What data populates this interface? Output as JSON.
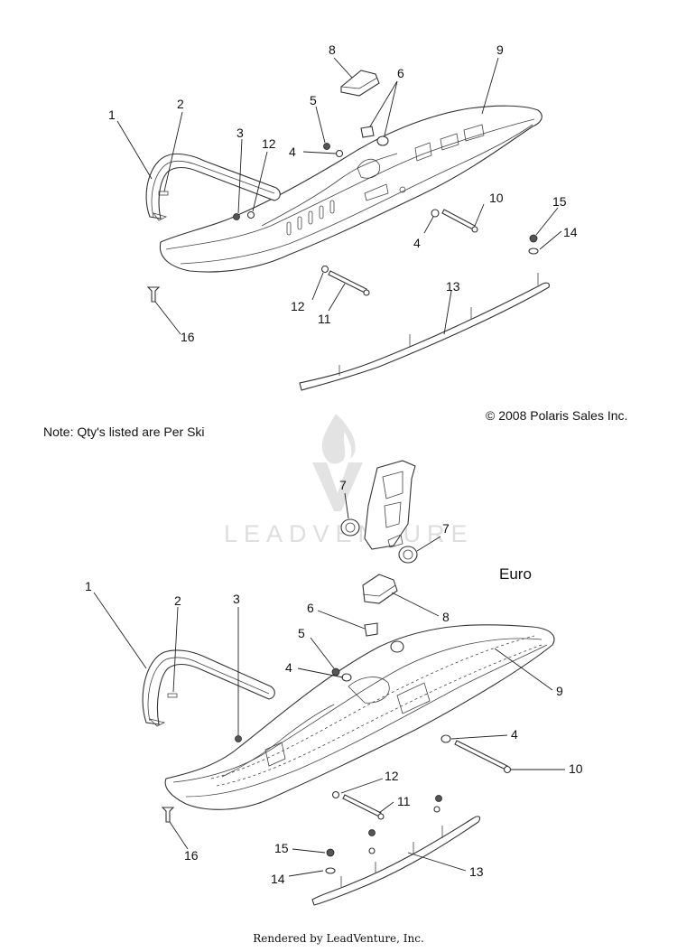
{
  "copyright": "© 2008 Polaris Sales Inc.",
  "note": "Note: Qty's listed are Per Ski",
  "variant_label": "Euro",
  "footer": "Rendered by LeadVenture, Inc.",
  "watermark": "LEADVENTURE",
  "top_assembly": {
    "callouts": [
      "1",
      "2",
      "3",
      "12",
      "5",
      "4",
      "8",
      "6",
      "9",
      "10",
      "15",
      "14",
      "4",
      "12",
      "11",
      "13",
      "16"
    ]
  },
  "bottom_assembly": {
    "callouts": [
      "7",
      "7",
      "1",
      "2",
      "3",
      "6",
      "8",
      "5",
      "4",
      "9",
      "4",
      "10",
      "12",
      "11",
      "15",
      "14",
      "13",
      "16"
    ]
  }
}
